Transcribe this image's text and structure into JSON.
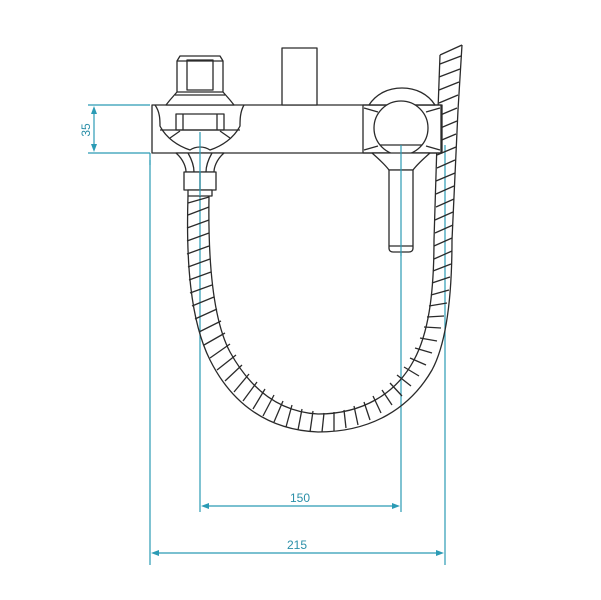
{
  "diagram": {
    "subject": "Bath/shower mixer with flexible shower hose - technical dimension drawing",
    "colors": {
      "outline": "#2a2a2a",
      "dimension": "#2b9bb5",
      "background": "#ffffff"
    },
    "dimensions": {
      "height": {
        "value": "35",
        "orientation": "vertical"
      },
      "center_distance": {
        "value": "150",
        "orientation": "horizontal"
      },
      "overall_width": {
        "value": "215",
        "orientation": "horizontal"
      }
    },
    "parts": [
      "mixer-body",
      "hot-cold-connector-nut",
      "spout-stub",
      "diverter-ball-joint",
      "lever-handle",
      "hose-connector",
      "flexible-hose"
    ]
  }
}
